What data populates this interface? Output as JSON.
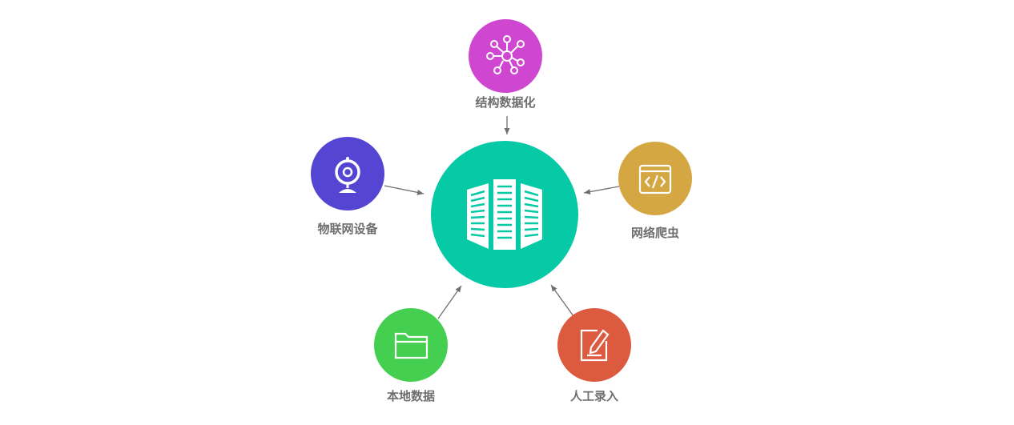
{
  "center": {
    "icon": "server-rack-icon",
    "color": "#06c9a5"
  },
  "sources": [
    {
      "id": "structured",
      "label": "结构数据化",
      "icon": "network-hub-icon",
      "color": "#cf47d0"
    },
    {
      "id": "iot",
      "label": "物联网设备",
      "icon": "webcam-icon",
      "color": "#5446d2"
    },
    {
      "id": "crawler",
      "label": "网络爬虫",
      "icon": "code-window-icon",
      "color": "#d4a742"
    },
    {
      "id": "local",
      "label": "本地数据",
      "icon": "folder-icon",
      "color": "#45cf50"
    },
    {
      "id": "manual",
      "label": "人工录入",
      "icon": "edit-note-icon",
      "color": "#dc5b3f"
    }
  ],
  "arrow_color": "#707070",
  "icon_stroke_color": "#ffffff"
}
